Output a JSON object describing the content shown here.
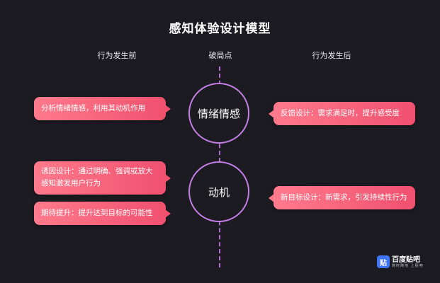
{
  "title": "感知体验设计模型",
  "columns": {
    "before": "行为发生前",
    "breakpoint": "破局点",
    "after": "行为发生后"
  },
  "nodes": {
    "emotion": "情绪情感",
    "motive": "动机"
  },
  "left_items": [
    "分析情绪情感，利用其动机作用",
    "诱因设计：通过明确、强调或放大感知激发用户行为",
    "期待提升：提升达到目标的可能性"
  ],
  "right_items": [
    "反馈设计：需求满足时，提升感受度",
    "新目标设计：新需求，引发持续性行为"
  ],
  "logo": {
    "badge": "贴",
    "name": "百度贴吧",
    "tagline": "随时随地 上贴吧"
  },
  "colors": {
    "background": "#1c1b22",
    "bubble_start": "#ff7a8c",
    "bubble_end": "#f0506e",
    "circle_stroke": "#c47fe6",
    "axis_dashed": "#b56ad6",
    "logo_blue": "#3f74f6"
  }
}
